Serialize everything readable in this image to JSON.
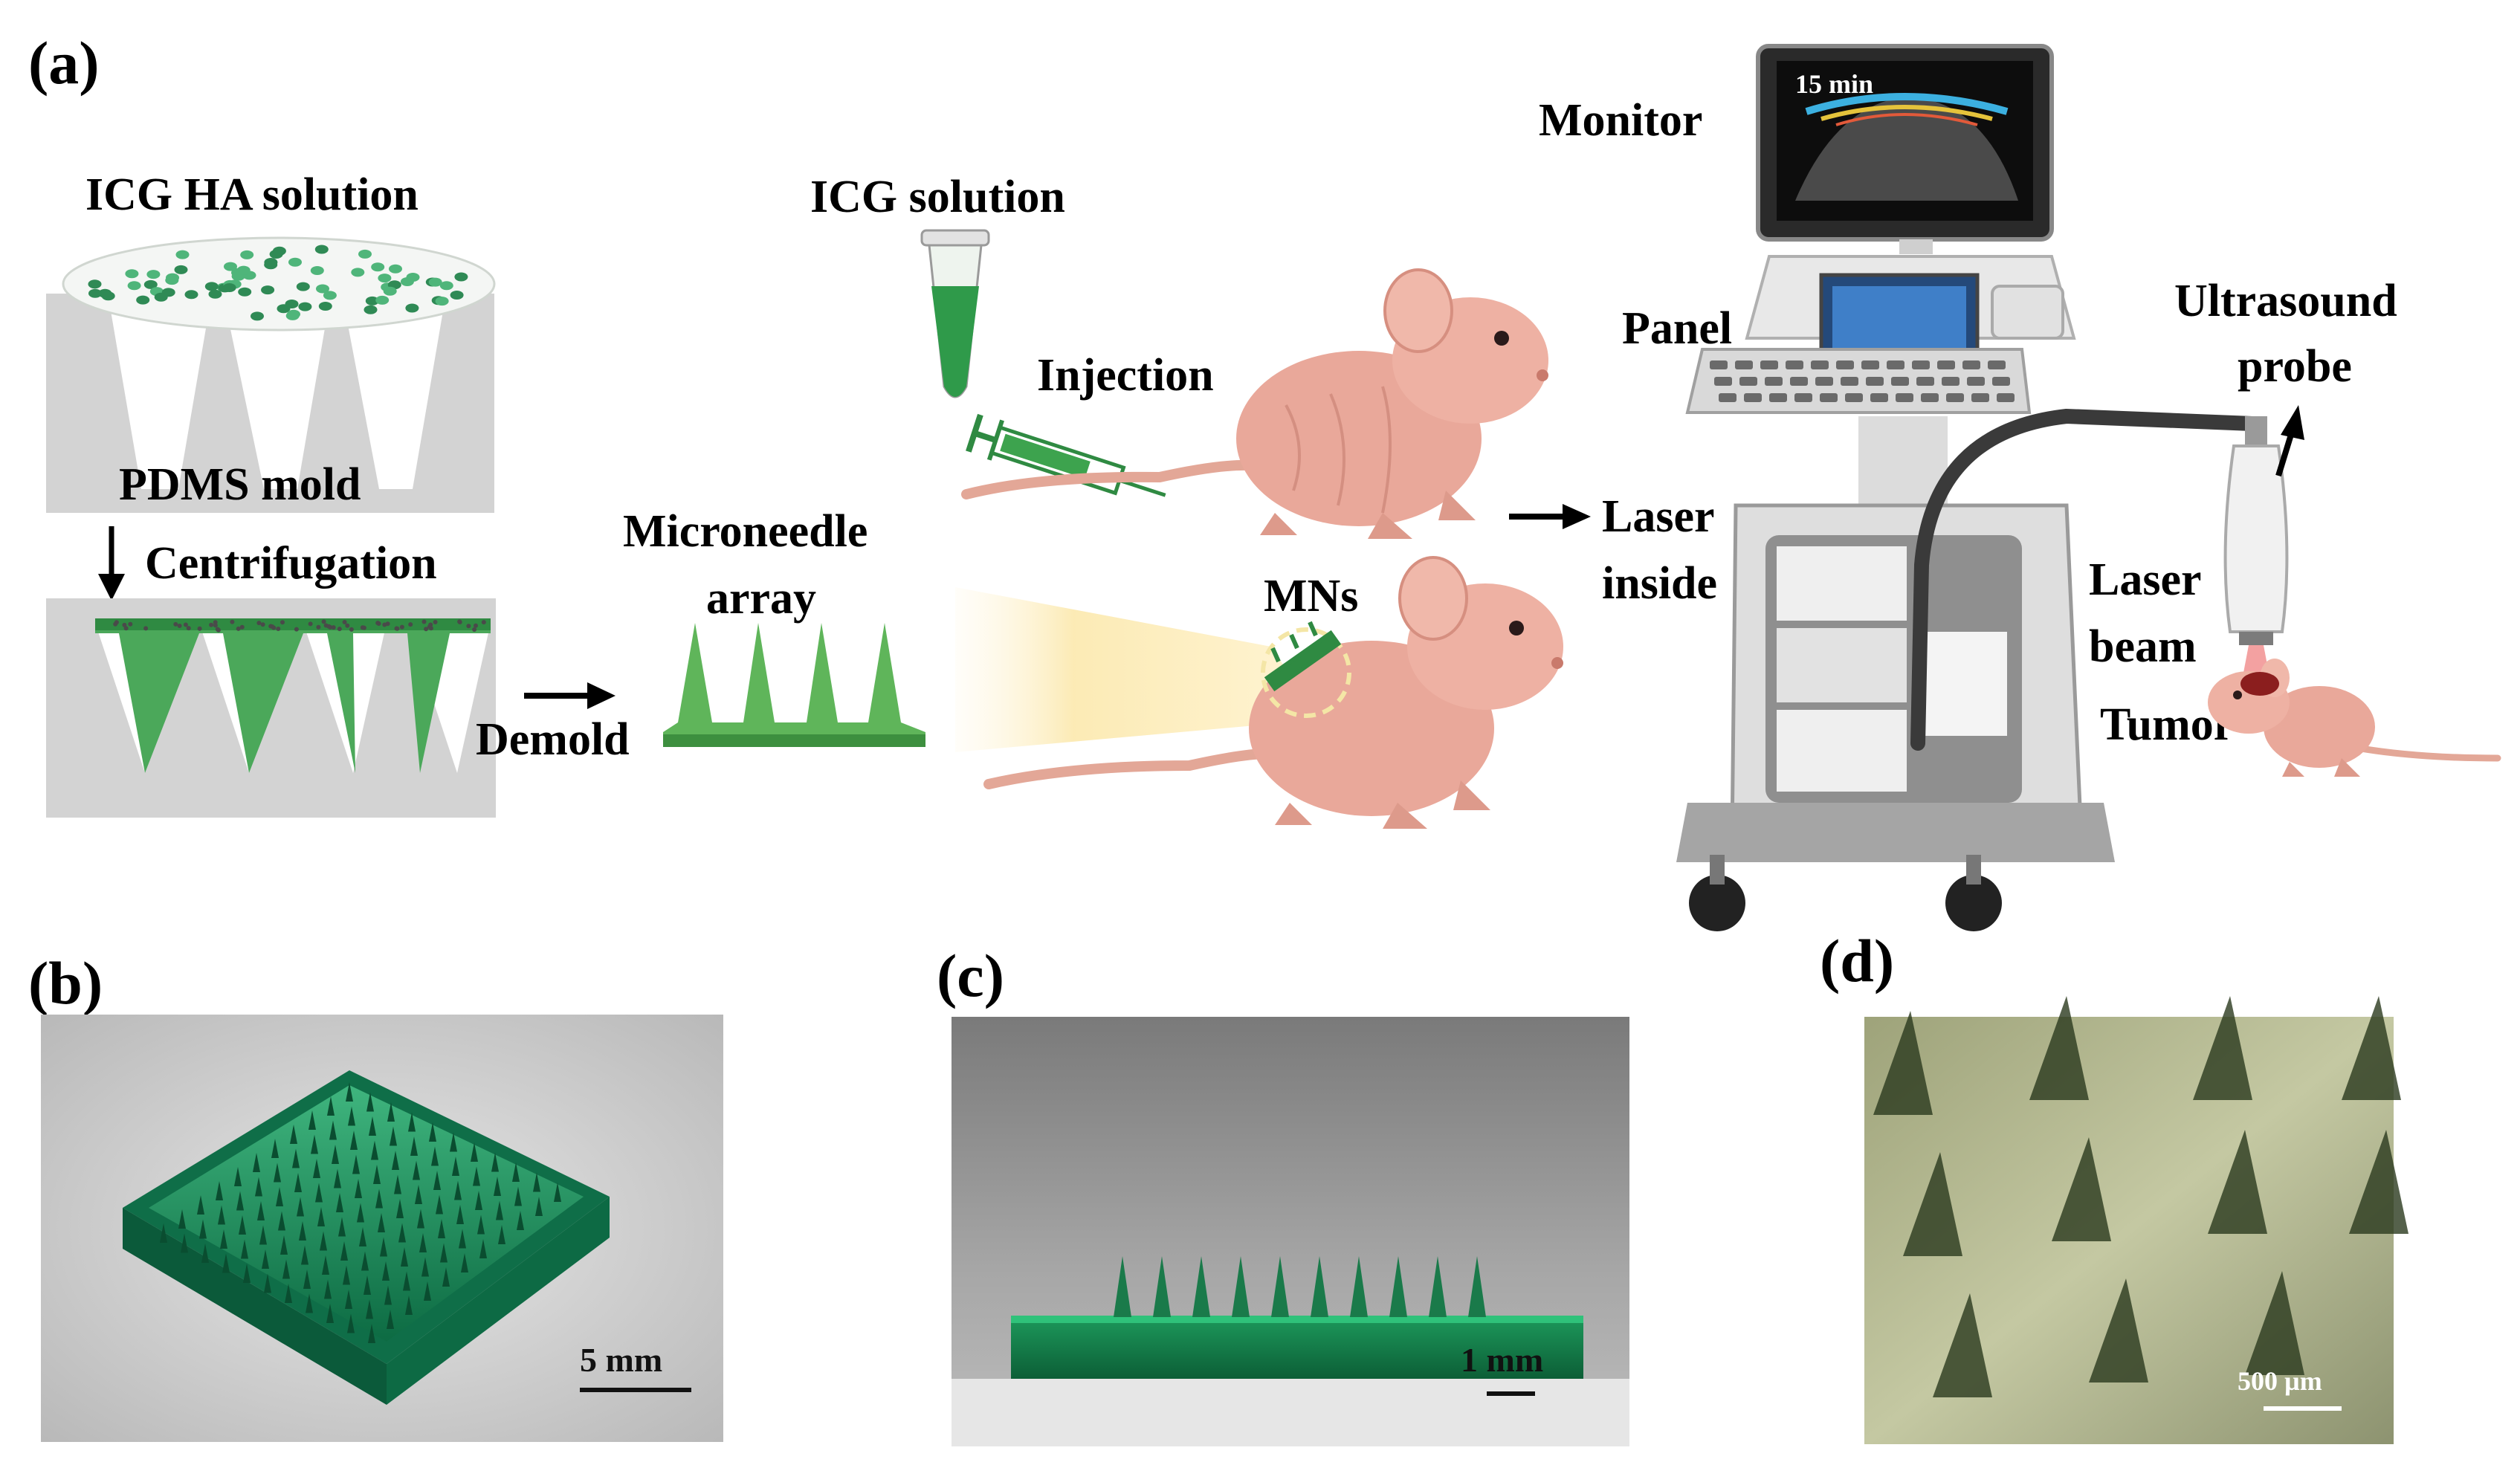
{
  "panels": {
    "a": "(a)",
    "b": "(b)",
    "c": "(c)",
    "d": "(d)"
  },
  "labels": {
    "icg_ha_solution": "ICG HA solution",
    "pdms_mold": "PDMS mold",
    "centrifugation": "Centrifugation",
    "demold": "Demold",
    "microneedle_line1": "Microneedle",
    "microneedle_line2": "array",
    "icg_solution": "ICG solution",
    "injection": "Injection",
    "mns": "MNs",
    "laser_inside_line1": "Laser",
    "laser_inside_line2": "inside",
    "monitor": "Monitor",
    "monitor_time": "15 min",
    "panel": "Panel",
    "ultrasound_line1": "Ultrasound",
    "ultrasound_line2": "probe",
    "laser_beam_line1": "Laser",
    "laser_beam_line2": "beam",
    "tumor": "Tumor"
  },
  "scalebars": {
    "b": "5 mm",
    "c": "1 mm",
    "d": "500 µm"
  },
  "colors": {
    "mn_green": "#3a8f4a",
    "photo_green": "#1a8a5a",
    "mouse_pink": "#e9a89a",
    "mold_gray": "#d3d3d3",
    "laser_yellow": "#fbe7a8"
  }
}
